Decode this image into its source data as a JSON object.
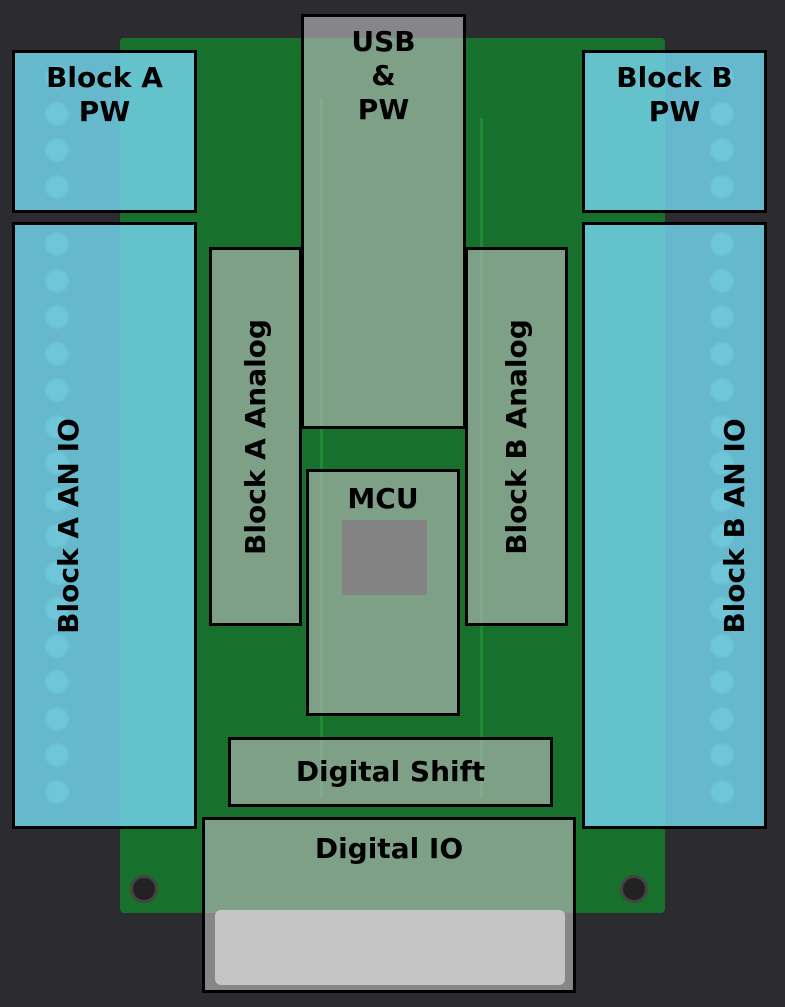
{
  "labels": {
    "block_a_pw": "Block A PW",
    "block_a_an_io": "Block A AN IO",
    "block_a_analog": "Block A Analog",
    "usb_pw": "USB & PW",
    "mcu": "MCU",
    "block_b_analog": "Block B Analog",
    "block_b_pw": "Block B PW",
    "block_b_an_io": "Block B AN IO",
    "digital_shift": "Digital Shift",
    "digital_io": "Digital IO"
  },
  "colors": {
    "pcb": "#17702c",
    "terminal": "#6ecde1",
    "overlay": "#bebebe",
    "background": "#2c2c30"
  }
}
